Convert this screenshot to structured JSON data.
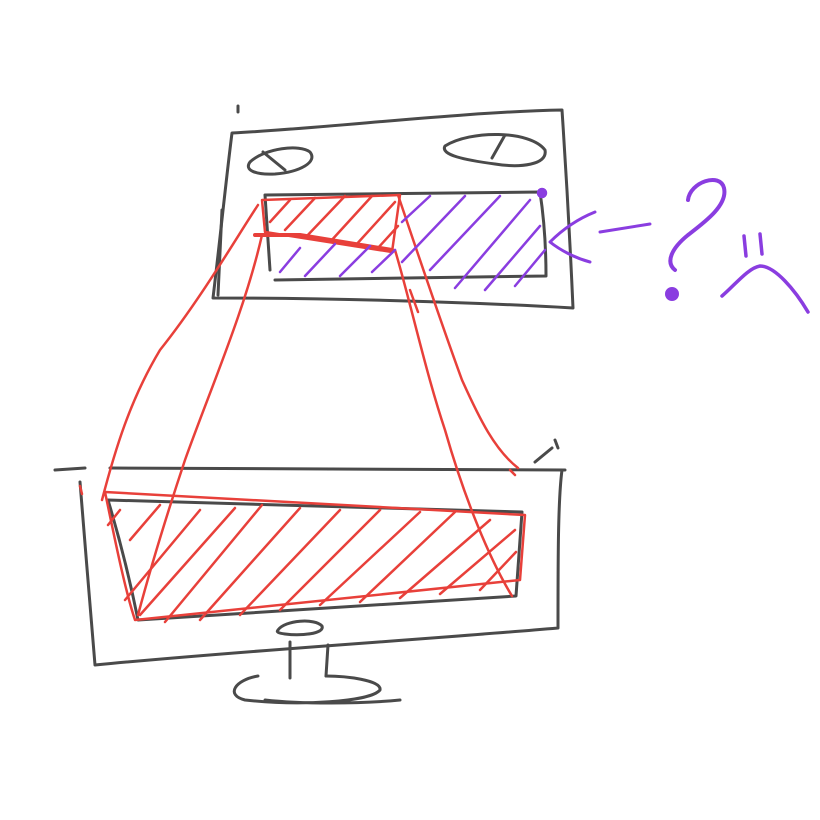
{
  "sketch": {
    "colors": {
      "outline": "#4a4a4a",
      "highlight": "#e8403a",
      "question": "#8a3de0",
      "background": "#ffffff"
    },
    "elements": {
      "upper_screen": "screen-outline",
      "lower_monitor": "monitor-outline",
      "red_region": "hatched-region",
      "purple_region": "hatched-region",
      "arrow": "arrow",
      "question_mark": "question-mark-glyph",
      "sad_face": "sad-face-glyph"
    }
  }
}
